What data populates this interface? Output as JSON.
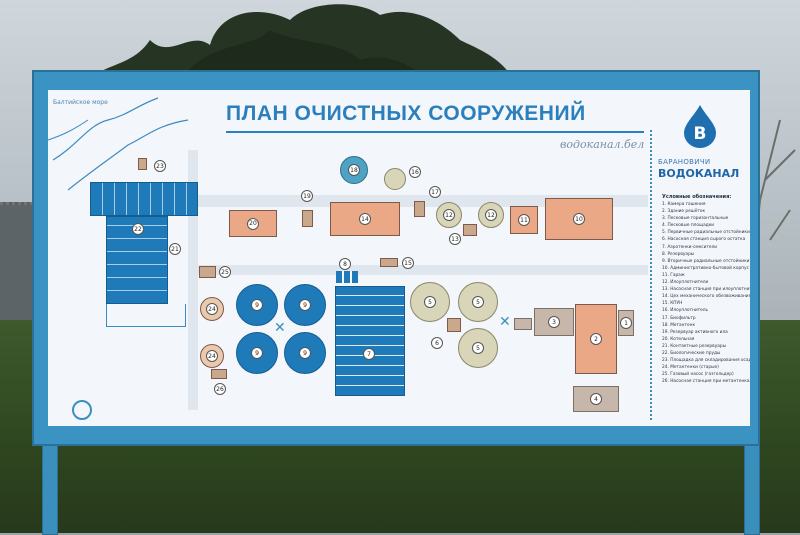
{
  "board": {
    "title": "ПЛАН ОЧИСТНЫХ СООРУЖЕНИЙ",
    "website": "водоканал.бел",
    "sea_label": "Балтийское море",
    "logo": {
      "sub": "БАРАНОВИЧИ",
      "main": "ВОДОКАНАЛ",
      "letter": "В"
    },
    "legend_title": "Условные обозначения:",
    "legend": [
      "1. Камера гашения",
      "2. Здание решёток",
      "3. Песковые горизонтальные",
      "4. Песковые площадки",
      "5. Первичные радиальные отстойники",
      "6. Насосная станция сырого остатка",
      "7. Аэротенки-смесители",
      "8. Резервуары",
      "9. Вторичные радиальные отстойники",
      "10. Административно-бытовой корпус",
      "11. Гараж",
      "12. Илоуплотнители",
      "13. Насосная станция при илоуплотнителях",
      "14. Цех механического обезвоживания",
      "15. КПУН",
      "16. Илоуплотнитель",
      "17. Биофильтр",
      "18. Метантенк",
      "19. Резервуар активного ила",
      "20. Котельная",
      "21. Контактные резервуары",
      "22. Биологические пруды",
      "23. Площадка для складирования осадка",
      "24. Метантенки (старые)",
      "25. Газовый насос (газгольдер)",
      "26. Насосная станция при метантенках"
    ],
    "markers": {
      "m1": "1",
      "m2": "2",
      "m3": "3",
      "m4": "4",
      "m5a": "5",
      "m5b": "5",
      "m5c": "5",
      "m6": "6",
      "m7": "7",
      "m8": "8",
      "m9a": "9",
      "m9b": "9",
      "m9c": "9",
      "m9d": "9",
      "m10": "10",
      "m11": "11",
      "m12a": "12",
      "m12b": "12",
      "m13": "13",
      "m14": "14",
      "m15": "15",
      "m16": "16",
      "m17": "17",
      "m18": "18",
      "m19": "19",
      "m20": "20",
      "m21": "21",
      "m22": "22",
      "m23": "23",
      "m24a": "24",
      "m24b": "24",
      "m25": "25",
      "m26": "26"
    }
  }
}
